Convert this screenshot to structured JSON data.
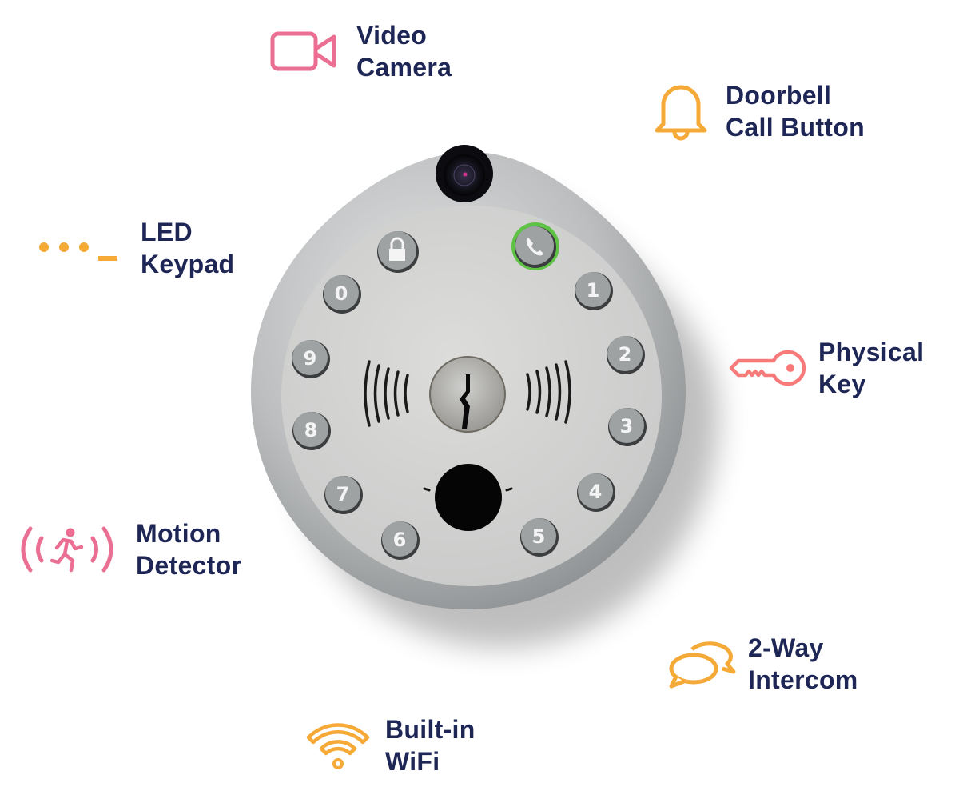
{
  "colors": {
    "text": "#1e2656",
    "pink": "#ea6f92",
    "orange": "#f5a936",
    "coral": "#f77a7a",
    "led_green": "#5ec245",
    "key_button": "#9ea2a3",
    "face": "#d6d6d4",
    "body": "#bfc1c2"
  },
  "features": [
    {
      "id": "video-camera",
      "icon": "video-camera-icon",
      "line1": "Video",
      "line2": "Camera"
    },
    {
      "id": "doorbell",
      "icon": "bell-icon",
      "line1": "Doorbell",
      "line2": "Call Button"
    },
    {
      "id": "led-keypad",
      "icon": "led-dots-icon",
      "line1": "LED",
      "line2": "Keypad"
    },
    {
      "id": "physical-key",
      "icon": "key-icon",
      "line1": "Physical",
      "line2": "Key"
    },
    {
      "id": "motion-detector",
      "icon": "motion-runner-icon",
      "line1": "Motion",
      "line2": "Detector"
    },
    {
      "id": "intercom",
      "icon": "chat-bubbles-icon",
      "line1": "2-Way",
      "line2": "Intercom"
    },
    {
      "id": "wifi",
      "icon": "wifi-icon",
      "line1": "Built-in",
      "line2": "WiFi"
    }
  ],
  "device": {
    "keys": [
      "0",
      "1",
      "2",
      "3",
      "4",
      "5",
      "6",
      "7",
      "8",
      "9"
    ],
    "lock_button": "lock-icon",
    "call_button": "phone-icon"
  }
}
